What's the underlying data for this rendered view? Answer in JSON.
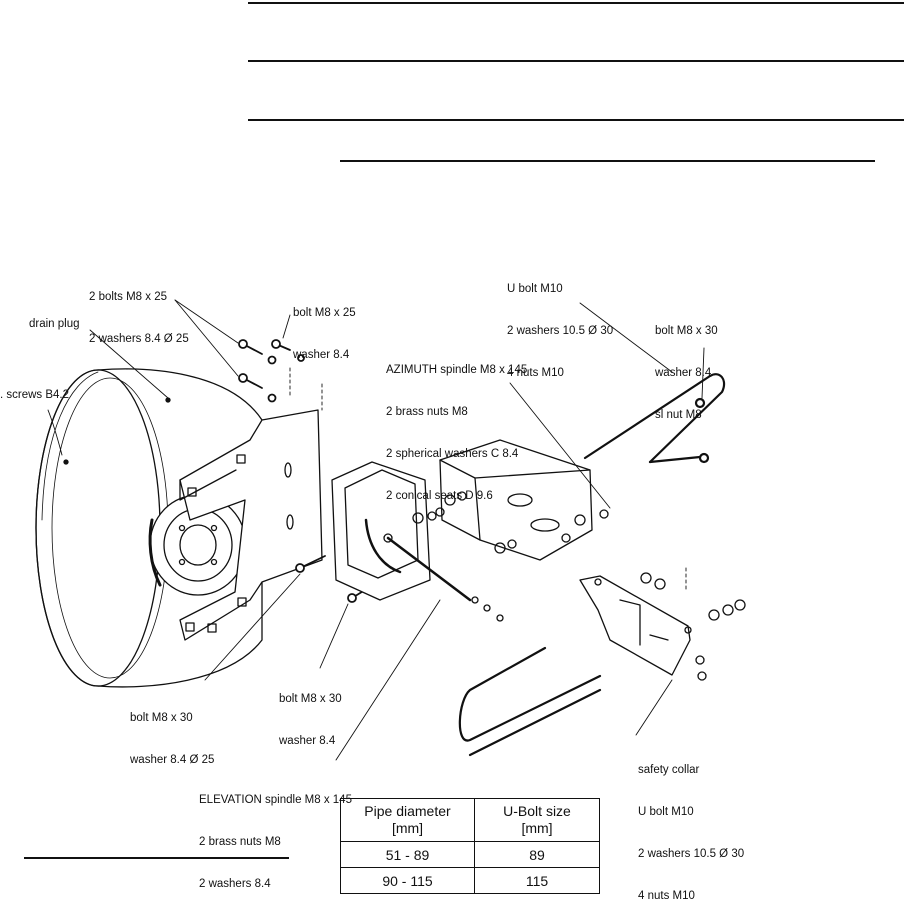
{
  "labels": {
    "drain_plug": "drain plug",
    "screws": ". screws B4.2",
    "bolts_top_left": [
      "2 bolts M8 x 25",
      "2 washers 8.4 Ø 25"
    ],
    "bolt_top_mid": [
      "bolt M8 x 25",
      "washer 8.4"
    ],
    "ubolt_top": [
      "U bolt M10",
      "2 washers 10.5 Ø 30",
      "4 nuts M10"
    ],
    "bolt_top_right": [
      "bolt M8 x 30",
      "washer 8.4",
      "sl nut M8"
    ],
    "azimuth": [
      "AZIMUTH spindle M8 x 145",
      "2 brass nuts M8",
      "2 spherical washers C 8.4",
      "2 conical seats D 9.6"
    ],
    "bolt_mid": [
      "bolt M8 x 30",
      "washer 8.4"
    ],
    "bolt_left": [
      "bolt M8 x 30",
      "washer 8.4 Ø 25"
    ],
    "elevation": [
      "ELEVATION spindle M8 x 145",
      "2 brass nuts M8",
      "2 washers 8.4"
    ],
    "safety_collar": [
      "safety collar",
      "U bolt M10",
      "2 washers 10.5 Ø 30",
      "4 nuts M10"
    ]
  },
  "table": {
    "headers": [
      [
        "Pipe diameter",
        "[mm]"
      ],
      [
        "U-Bolt size",
        "[mm]"
      ]
    ],
    "rows": [
      [
        "51 - 89",
        "89"
      ],
      [
        "90 - 115",
        "115"
      ]
    ]
  }
}
